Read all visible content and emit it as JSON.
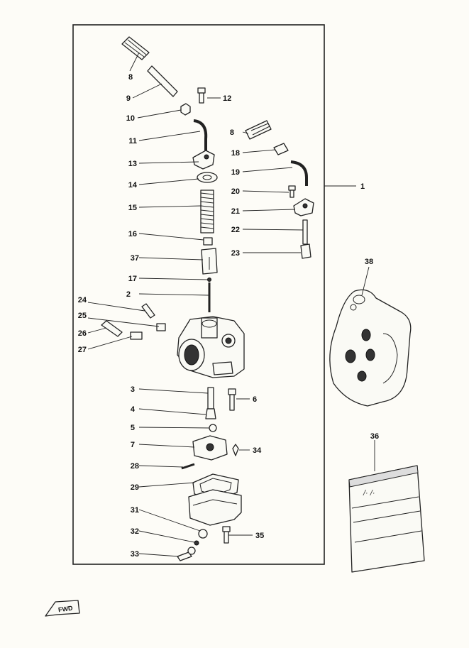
{
  "labels": {
    "p1": "1",
    "p2": "2",
    "p3": "3",
    "p4": "4",
    "p5": "5",
    "p6": "6",
    "p7": "7",
    "p8a": "8",
    "p8b": "8",
    "p9": "9",
    "p10": "10",
    "p11": "11",
    "p12": "12",
    "p13": "13",
    "p14": "14",
    "p15": "15",
    "p16": "16",
    "p17": "17",
    "p18": "18",
    "p19": "19",
    "p20": "20",
    "p21": "21",
    "p22": "22",
    "p23": "23",
    "p24": "24",
    "p25": "25",
    "p26": "26",
    "p27": "27",
    "p28": "28",
    "p29": "29",
    "p31": "31",
    "p32": "32",
    "p33": "33",
    "p34": "34",
    "p35": "35",
    "p36": "36",
    "p37": "37",
    "p38": "38"
  },
  "fwd_label": "FWD",
  "bag_text": "/· /·",
  "colors": {
    "ink": "#222222",
    "paper": "#fdfcf7"
  }
}
